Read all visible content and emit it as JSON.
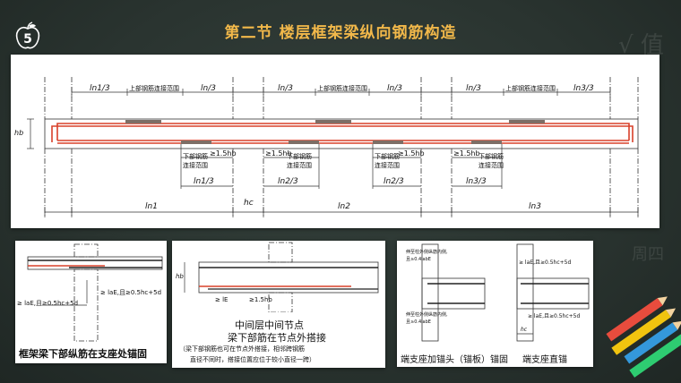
{
  "header": {
    "title": "第二节  楼层框架梁纵向钢筋构造",
    "badge_number": "5",
    "title_color": "#f2b84a"
  },
  "main_diagram": {
    "top_labels": [
      "ln1/3",
      "上部钢筋连接范围",
      "ln/3",
      "ln/3",
      "上部钢筋连接范围",
      "ln/3",
      "ln/3",
      "上部钢筋连接范围",
      "ln3/3"
    ],
    "hb_label": "hb",
    "bottom_note": "下部钢筋\n连接范围",
    "mid_dims": [
      "≥1.5hb",
      "≥1.5hb",
      "≥1.5hb",
      "≥1.5hb"
    ],
    "mid_fractions": [
      "ln1/3",
      "ln2/3",
      "ln2/3",
      "ln3/3"
    ],
    "span_labels": [
      "ln1",
      "hc",
      "ln2",
      "ln3"
    ]
  },
  "panel_a": {
    "lae_label": "≥ laE,且≥0.5hc+5d",
    "lae_label2": "≥ laE,且≥0.5hc+5d",
    "caption": "框架梁下部纵筋在支座处锚固"
  },
  "panel_b": {
    "hb_label": "hb",
    "dim_left": "≥ lE",
    "dim_right": "≥1.5hb",
    "caption1": "中间层中间节点",
    "caption2": "梁下部筋在节点外搭接",
    "note1": "（梁下部钢筋也可在节点外搭接，相邻跨钢筋",
    "note2": "直径不同时，搭接位置应位于较小直径一跨）"
  },
  "panel_c": {
    "note_a": "伸至柱外侧纵筋内侧,",
    "note_b": "且≥0.4labE",
    "note_c": "伸至柱外侧纵筋内侧,",
    "note_d": "且≥0.4labE",
    "right_a": "≥ laE,且≥0.5hc+5d",
    "right_b": "≥ laE,且≥0.5hc+5d",
    "hc": "hc",
    "caption_left": "端支座加锚头（锚板）锚固",
    "caption_right": "端支座直锚"
  },
  "colors": {
    "rebar_red": "#d8402a",
    "splice_gray": "#7d6e66"
  }
}
